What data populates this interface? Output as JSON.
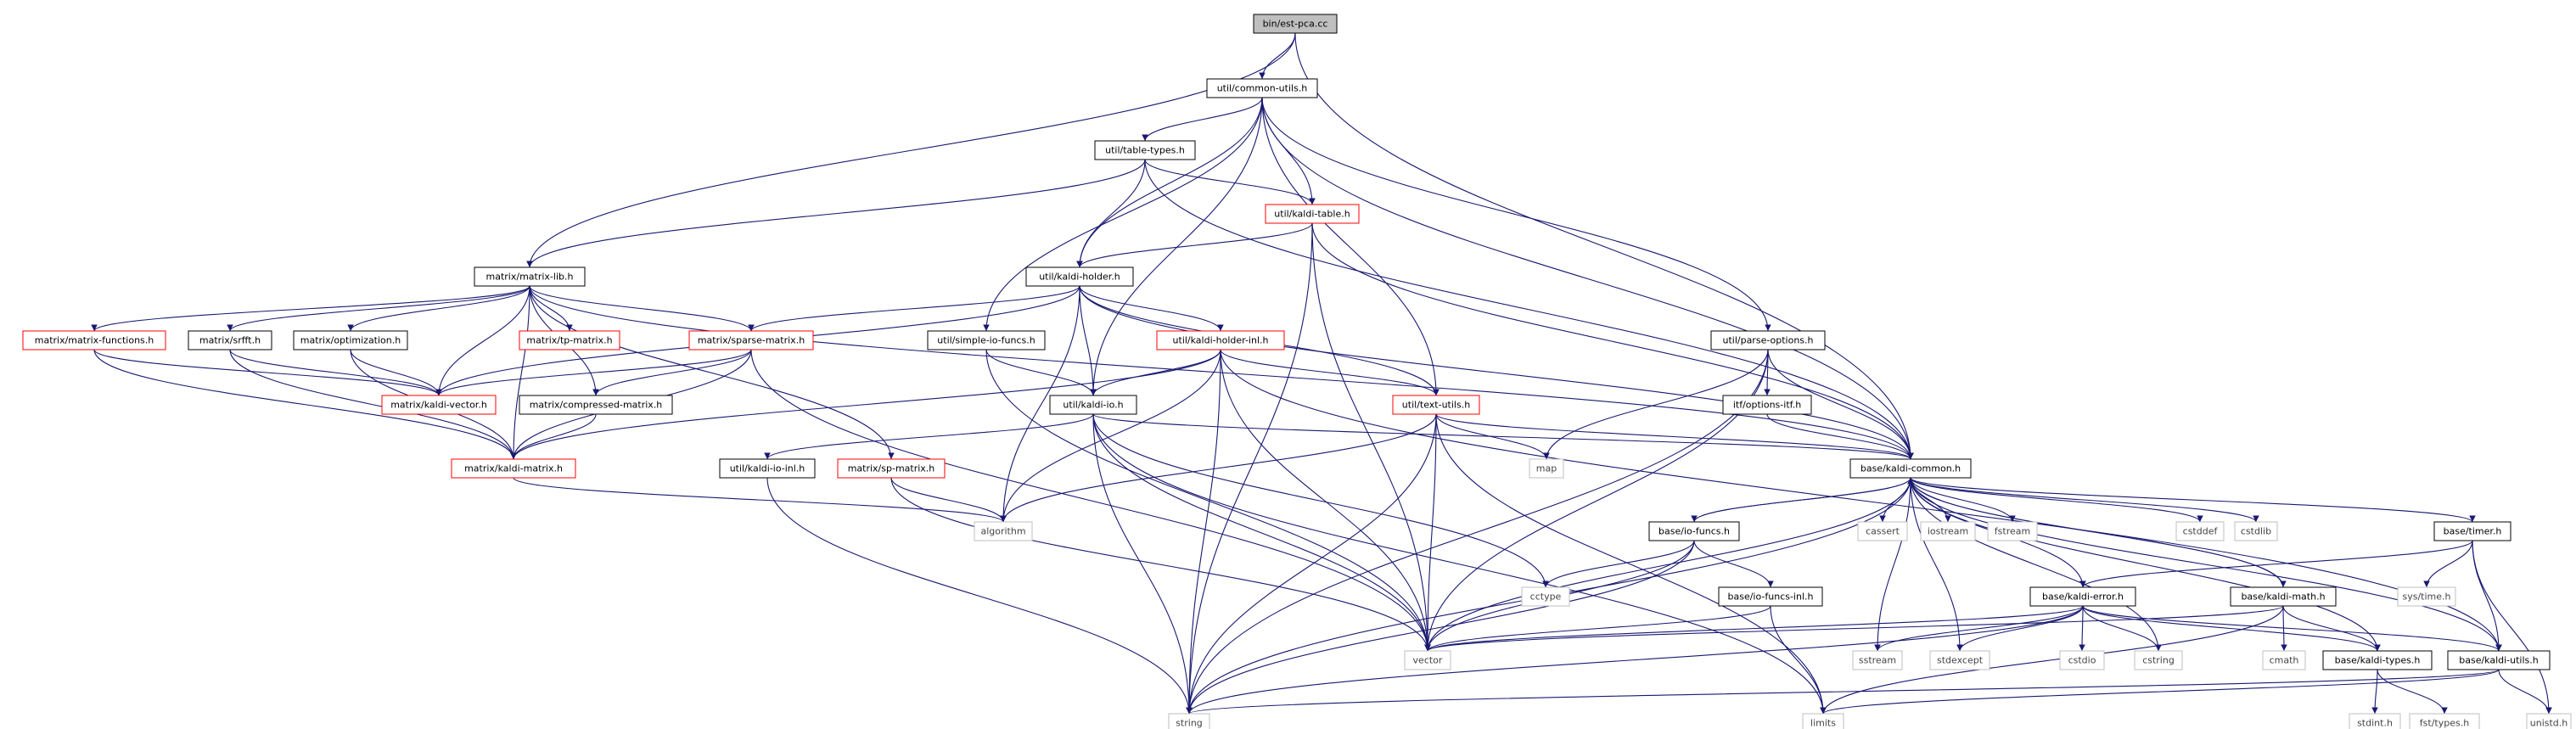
{
  "colors": {
    "edge": "#191970",
    "root_fill": "#bfbfbf",
    "normal_border": "#000000",
    "truncated_border": "#ff0000",
    "system_border": "#bfbfbf",
    "fill": "#ffffff"
  },
  "nodes": [
    {
      "id": "root",
      "label": "bin/est-pca.cc",
      "kind": "root"
    },
    {
      "id": "common_utils",
      "label": "util/common-utils.h",
      "kind": "normal"
    },
    {
      "id": "table_types",
      "label": "util/table-types.h",
      "kind": "normal"
    },
    {
      "id": "kaldi_table",
      "label": "util/kaldi-table.h",
      "kind": "truncated"
    },
    {
      "id": "matrix_lib",
      "label": "matrix/matrix-lib.h",
      "kind": "normal"
    },
    {
      "id": "kaldi_holder",
      "label": "util/kaldi-holder.h",
      "kind": "normal"
    },
    {
      "id": "matrix_functions",
      "label": "matrix/matrix-functions.h",
      "kind": "truncated"
    },
    {
      "id": "srfft",
      "label": "matrix/srfft.h",
      "kind": "normal"
    },
    {
      "id": "optimization",
      "label": "matrix/optimization.h",
      "kind": "normal"
    },
    {
      "id": "tp_matrix",
      "label": "matrix/tp-matrix.h",
      "kind": "truncated"
    },
    {
      "id": "sparse_matrix",
      "label": "matrix/sparse-matrix.h",
      "kind": "truncated"
    },
    {
      "id": "simple_io",
      "label": "util/simple-io-funcs.h",
      "kind": "normal"
    },
    {
      "id": "holder_inl",
      "label": "util/kaldi-holder-inl.h",
      "kind": "truncated"
    },
    {
      "id": "parse_options",
      "label": "util/parse-options.h",
      "kind": "normal"
    },
    {
      "id": "kaldi_vector",
      "label": "matrix/kaldi-vector.h",
      "kind": "truncated"
    },
    {
      "id": "compressed",
      "label": "matrix/compressed-matrix.h",
      "kind": "normal"
    },
    {
      "id": "kaldi_io",
      "label": "util/kaldi-io.h",
      "kind": "normal"
    },
    {
      "id": "text_utils",
      "label": "util/text-utils.h",
      "kind": "truncated"
    },
    {
      "id": "options_itf",
      "label": "itf/options-itf.h",
      "kind": "normal"
    },
    {
      "id": "kaldi_matrix",
      "label": "matrix/kaldi-matrix.h",
      "kind": "truncated"
    },
    {
      "id": "io_inl",
      "label": "util/kaldi-io-inl.h",
      "kind": "normal"
    },
    {
      "id": "sp_matrix",
      "label": "matrix/sp-matrix.h",
      "kind": "truncated"
    },
    {
      "id": "map",
      "label": "map",
      "kind": "system"
    },
    {
      "id": "kaldi_common",
      "label": "base/kaldi-common.h",
      "kind": "normal"
    },
    {
      "id": "algorithm",
      "label": "algorithm",
      "kind": "system"
    },
    {
      "id": "io_funcs",
      "label": "base/io-funcs.h",
      "kind": "normal"
    },
    {
      "id": "cassert",
      "label": "cassert",
      "kind": "system"
    },
    {
      "id": "iostream",
      "label": "iostream",
      "kind": "system"
    },
    {
      "id": "fstream",
      "label": "fstream",
      "kind": "system"
    },
    {
      "id": "cstddef",
      "label": "cstddef",
      "kind": "system"
    },
    {
      "id": "cstdlib",
      "label": "cstdlib",
      "kind": "system"
    },
    {
      "id": "timer",
      "label": "base/timer.h",
      "kind": "normal"
    },
    {
      "id": "cctype",
      "label": "cctype",
      "kind": "system"
    },
    {
      "id": "io_funcs_inl",
      "label": "base/io-funcs-inl.h",
      "kind": "normal"
    },
    {
      "id": "kaldi_error",
      "label": "base/kaldi-error.h",
      "kind": "normal"
    },
    {
      "id": "kaldi_math",
      "label": "base/kaldi-math.h",
      "kind": "normal"
    },
    {
      "id": "systime",
      "label": "sys/time.h",
      "kind": "system"
    },
    {
      "id": "vector",
      "label": "vector",
      "kind": "system"
    },
    {
      "id": "sstream",
      "label": "sstream",
      "kind": "system"
    },
    {
      "id": "stdexcept",
      "label": "stdexcept",
      "kind": "system"
    },
    {
      "id": "cstdio",
      "label": "cstdio",
      "kind": "system"
    },
    {
      "id": "cstring",
      "label": "cstring",
      "kind": "system"
    },
    {
      "id": "cmath",
      "label": "cmath",
      "kind": "system"
    },
    {
      "id": "kaldi_types",
      "label": "base/kaldi-types.h",
      "kind": "normal"
    },
    {
      "id": "kaldi_utils",
      "label": "base/kaldi-utils.h",
      "kind": "normal"
    },
    {
      "id": "string",
      "label": "string",
      "kind": "system"
    },
    {
      "id": "limits",
      "label": "limits",
      "kind": "system"
    },
    {
      "id": "stdint",
      "label": "stdint.h",
      "kind": "system"
    },
    {
      "id": "fst_types",
      "label": "fst/types.h",
      "kind": "system"
    },
    {
      "id": "unistd",
      "label": "unistd.h",
      "kind": "system"
    }
  ],
  "edges": [
    [
      "root",
      "common_utils"
    ],
    [
      "root",
      "matrix_lib"
    ],
    [
      "root",
      "kaldi_common"
    ],
    [
      "common_utils",
      "table_types"
    ],
    [
      "common_utils",
      "kaldi_table"
    ],
    [
      "common_utils",
      "kaldi_holder"
    ],
    [
      "common_utils",
      "simple_io"
    ],
    [
      "common_utils",
      "kaldi_io"
    ],
    [
      "common_utils",
      "text_utils"
    ],
    [
      "common_utils",
      "parse_options"
    ],
    [
      "common_utils",
      "kaldi_common"
    ],
    [
      "table_types",
      "matrix_lib"
    ],
    [
      "table_types",
      "kaldi_table"
    ],
    [
      "table_types",
      "kaldi_holder"
    ],
    [
      "table_types",
      "kaldi_common"
    ],
    [
      "kaldi_table",
      "kaldi_holder"
    ],
    [
      "kaldi_table",
      "kaldi_common"
    ],
    [
      "kaldi_table",
      "vector"
    ],
    [
      "kaldi_table",
      "string"
    ],
    [
      "matrix_lib",
      "matrix_functions"
    ],
    [
      "matrix_lib",
      "srfft"
    ],
    [
      "matrix_lib",
      "optimization"
    ],
    [
      "matrix_lib",
      "tp_matrix"
    ],
    [
      "matrix_lib",
      "sparse_matrix"
    ],
    [
      "matrix_lib",
      "kaldi_vector"
    ],
    [
      "matrix_lib",
      "compressed"
    ],
    [
      "matrix_lib",
      "kaldi_matrix"
    ],
    [
      "matrix_lib",
      "sp_matrix"
    ],
    [
      "matrix_lib",
      "kaldi_common"
    ],
    [
      "kaldi_holder",
      "holder_inl"
    ],
    [
      "kaldi_holder",
      "kaldi_io"
    ],
    [
      "kaldi_holder",
      "text_utils"
    ],
    [
      "kaldi_holder",
      "kaldi_vector"
    ],
    [
      "kaldi_holder",
      "sparse_matrix"
    ],
    [
      "kaldi_holder",
      "algorithm"
    ],
    [
      "kaldi_holder",
      "kaldi_common"
    ],
    [
      "matrix_functions",
      "kaldi_vector"
    ],
    [
      "matrix_functions",
      "kaldi_matrix"
    ],
    [
      "srfft",
      "kaldi_vector"
    ],
    [
      "srfft",
      "kaldi_matrix"
    ],
    [
      "optimization",
      "kaldi_vector"
    ],
    [
      "optimization",
      "kaldi_matrix"
    ],
    [
      "sparse_matrix",
      "kaldi_vector"
    ],
    [
      "sparse_matrix",
      "kaldi_matrix"
    ],
    [
      "sparse_matrix",
      "compressed"
    ],
    [
      "sparse_matrix",
      "vector"
    ],
    [
      "compressed",
      "kaldi_matrix"
    ],
    [
      "simple_io",
      "kaldi_io"
    ],
    [
      "simple_io",
      "vector"
    ],
    [
      "holder_inl",
      "kaldi_io"
    ],
    [
      "holder_inl",
      "text_utils"
    ],
    [
      "holder_inl",
      "kaldi_matrix"
    ],
    [
      "holder_inl",
      "algorithm"
    ],
    [
      "holder_inl",
      "vector"
    ],
    [
      "holder_inl",
      "string"
    ],
    [
      "holder_inl",
      "kaldi_utils"
    ],
    [
      "parse_options",
      "options_itf"
    ],
    [
      "parse_options",
      "kaldi_common"
    ],
    [
      "parse_options",
      "map"
    ],
    [
      "parse_options",
      "vector"
    ],
    [
      "parse_options",
      "string"
    ],
    [
      "kaldi_io",
      "io_inl"
    ],
    [
      "kaldi_io",
      "kaldi_common"
    ],
    [
      "kaldi_io",
      "cctype"
    ],
    [
      "kaldi_io",
      "vector"
    ],
    [
      "kaldi_io",
      "string"
    ],
    [
      "kaldi_io",
      "limits"
    ],
    [
      "text_utils",
      "kaldi_common"
    ],
    [
      "text_utils",
      "map"
    ],
    [
      "text_utils",
      "algorithm"
    ],
    [
      "text_utils",
      "vector"
    ],
    [
      "text_utils",
      "string"
    ],
    [
      "text_utils",
      "limits"
    ],
    [
      "options_itf",
      "kaldi_common"
    ],
    [
      "kaldi_matrix",
      "algorithm"
    ],
    [
      "io_inl",
      "string"
    ],
    [
      "sp_matrix",
      "algorithm"
    ],
    [
      "sp_matrix",
      "vector"
    ],
    [
      "kaldi_common",
      "io_funcs"
    ],
    [
      "kaldi_common",
      "cassert"
    ],
    [
      "kaldi_common",
      "iostream"
    ],
    [
      "kaldi_common",
      "fstream"
    ],
    [
      "kaldi_common",
      "cstddef"
    ],
    [
      "kaldi_common",
      "cstdlib"
    ],
    [
      "kaldi_common",
      "timer"
    ],
    [
      "kaldi_common",
      "kaldi_error"
    ],
    [
      "kaldi_common",
      "kaldi_math"
    ],
    [
      "kaldi_common",
      "kaldi_types"
    ],
    [
      "kaldi_common",
      "kaldi_utils"
    ],
    [
      "kaldi_common",
      "vector"
    ],
    [
      "kaldi_common",
      "string"
    ],
    [
      "kaldi_common",
      "sstream"
    ],
    [
      "kaldi_common",
      "stdexcept"
    ],
    [
      "kaldi_common",
      "cstring"
    ],
    [
      "io_funcs",
      "kaldi_common"
    ],
    [
      "io_funcs",
      "io_funcs_inl"
    ],
    [
      "io_funcs",
      "cctype"
    ],
    [
      "io_funcs",
      "vector"
    ],
    [
      "io_funcs",
      "string"
    ],
    [
      "timer",
      "kaldi_error"
    ],
    [
      "timer",
      "kaldi_utils"
    ],
    [
      "timer",
      "systime"
    ],
    [
      "timer",
      "unistd"
    ],
    [
      "io_funcs_inl",
      "vector"
    ],
    [
      "io_funcs_inl",
      "limits"
    ],
    [
      "kaldi_error",
      "kaldi_types"
    ],
    [
      "kaldi_error",
      "kaldi_utils"
    ],
    [
      "kaldi_error",
      "vector"
    ],
    [
      "kaldi_error",
      "sstream"
    ],
    [
      "kaldi_error",
      "stdexcept"
    ],
    [
      "kaldi_error",
      "cstdio"
    ],
    [
      "kaldi_error",
      "cstring"
    ],
    [
      "kaldi_error",
      "string"
    ],
    [
      "kaldi_math",
      "kaldi_types"
    ],
    [
      "kaldi_math",
      "kaldi_common"
    ],
    [
      "kaldi_math",
      "cmath"
    ],
    [
      "kaldi_math",
      "limits"
    ],
    [
      "kaldi_math",
      "vector"
    ],
    [
      "kaldi_types",
      "stdint"
    ],
    [
      "kaldi_types",
      "fst_types"
    ],
    [
      "kaldi_utils",
      "unistd"
    ],
    [
      "kaldi_utils",
      "string"
    ],
    [
      "kaldi_utils",
      "limits"
    ]
  ]
}
